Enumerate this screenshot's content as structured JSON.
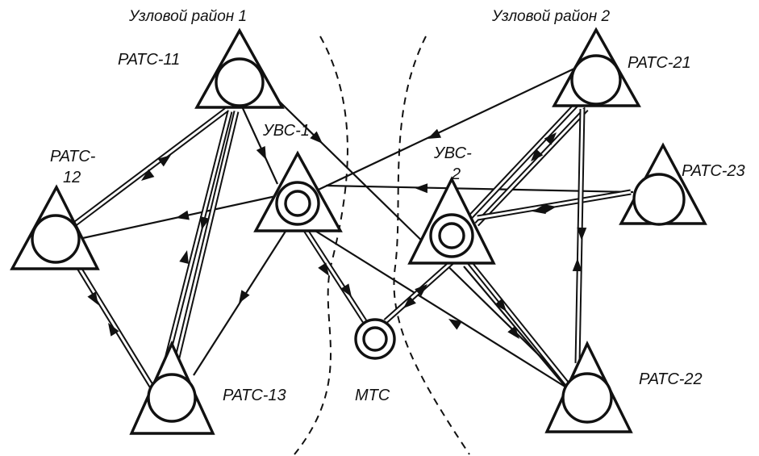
{
  "regions": {
    "region_1": "Узловой район 1",
    "region_2": "Узловой район 2"
  },
  "nodes": {
    "ratc_11": "РАТС-11",
    "ratc_12_line1": "РАТС-",
    "ratc_12_line2": "12",
    "ratc_13": "РАТС-13",
    "ratc_21": "РАТС-21",
    "ratc_22": "РАТС-22",
    "ratc_23": "РАТС-23",
    "uvs_1": "УВС-1",
    "uvs_2_line1": "УВС-",
    "uvs_2_line2": "2",
    "mtc": "МТС"
  },
  "colors": {
    "ink": "#111111",
    "paper": "#ffffff"
  }
}
